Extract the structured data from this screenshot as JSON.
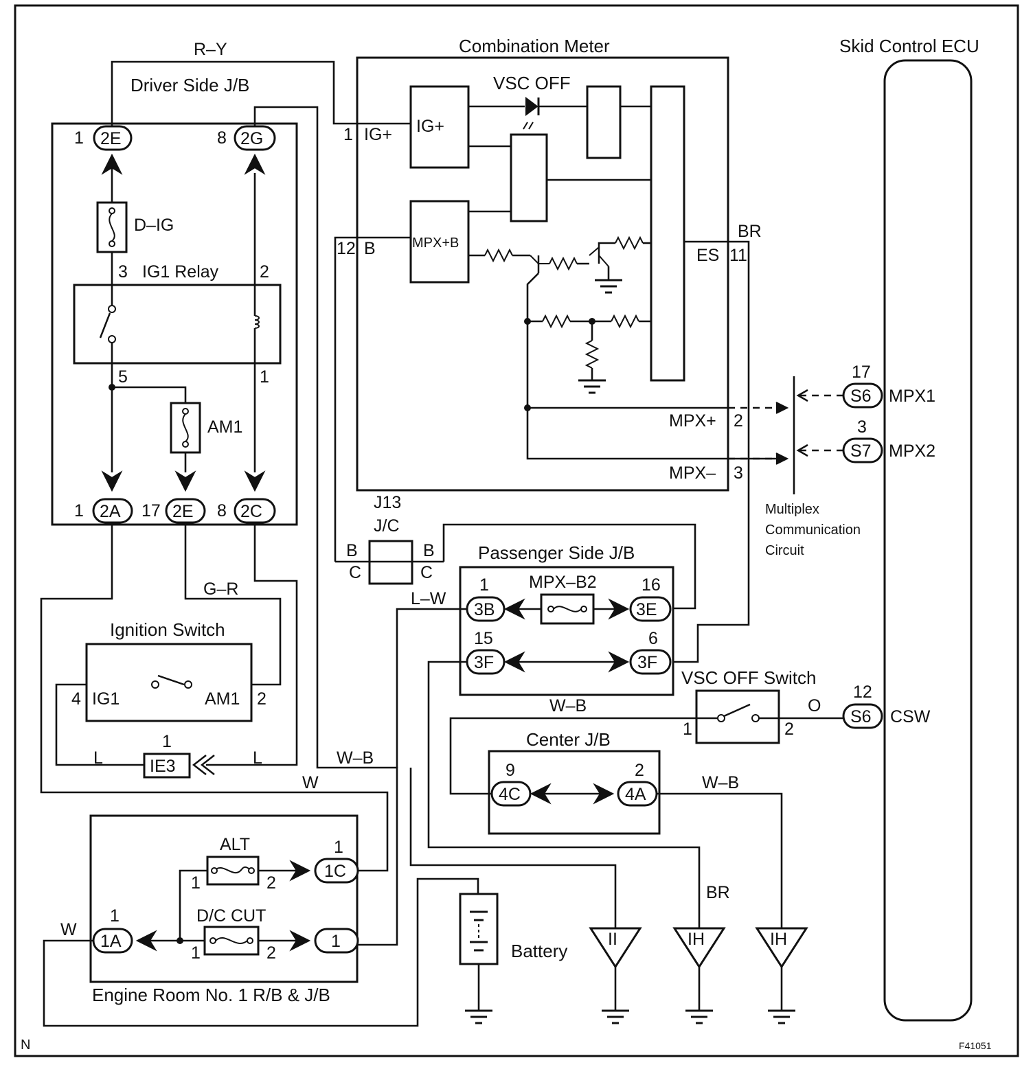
{
  "labels": {
    "combination_meter": "Combination Meter",
    "skid_control_ecu": "Skid Control ECU",
    "driver_side_jb": "Driver Side J/B",
    "vsc_off_indicator": "VSC OFF",
    "ig_plus": "IG+",
    "mpx_plus_b": "MPX+B",
    "wire_r_y": "R–Y",
    "pin_1": "1",
    "pin_12": "12",
    "b": "B",
    "d_ig": "D–IG",
    "ig1_relay": "IG1 Relay",
    "pin_3": "3",
    "pin_2": "2",
    "pin_5": "5",
    "am1": "AM1",
    "br": "BR",
    "es": "ES",
    "pin_11": "11",
    "mpx_plus": "MPX+",
    "mpx_minus": "MPX–",
    "mpx1": "MPX1",
    "mpx2": "MPX2",
    "pin_17": "17",
    "pin_8": "8",
    "multiplex_line1": "Multiplex",
    "multiplex_line2": "Communication",
    "multiplex_line3": "Circuit",
    "j13": "J13",
    "jc": "J/C",
    "c": "C",
    "passenger_side_jb": "Passenger Side J/B",
    "mpx_b2": "MPX–B2",
    "pin_16": "16",
    "pin_15": "15",
    "pin_6": "6",
    "wire_l_w": "L–W",
    "wire_g_r": "G–R",
    "ignition_switch": "Ignition Switch",
    "ig1": "IG1",
    "pin_4": "4",
    "vsc_off_switch": "VSC OFF Switch",
    "wire_w_b": "W–B",
    "wire_o": "O",
    "csw": "CSW",
    "l": "L",
    "center_jb": "Center J/B",
    "pin_9": "9",
    "wire_w": "W",
    "alt": "ALT",
    "dc_cut": "D/C CUT",
    "battery": "Battery",
    "engine_room": "Engine Room No. 1 R/B & J/B",
    "corner_n": "N",
    "figure_code": "F41051"
  },
  "connectors": {
    "c_2e": "2E",
    "c_2g": "2G",
    "c_2a": "2A",
    "c_2c": "2C",
    "c_s6": "S6",
    "c_s7": "S7",
    "c_3b": "3B",
    "c_3e": "3E",
    "c_3f": "3F",
    "c_ie3": "IE3",
    "c_4c": "4C",
    "c_4a": "4A",
    "c_1c": "1C",
    "c_1a": "1A"
  },
  "grounds": {
    "g_ii": "II",
    "g_ih": "IH"
  }
}
